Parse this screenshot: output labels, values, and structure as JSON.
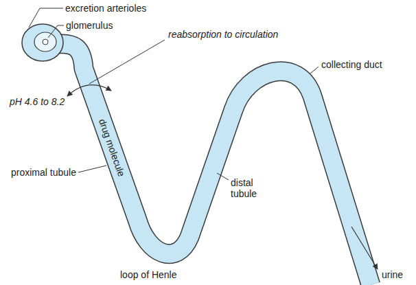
{
  "diagram": {
    "labels": [
      "excretion arterioles",
      "glomerulus",
      "reabsorption to circulation",
      "pH 4.6 to 8.2",
      "drug molecule",
      "proximal tubule",
      "loop of Henle",
      "distal tubule",
      "collecting duct",
      "urine"
    ]
  }
}
